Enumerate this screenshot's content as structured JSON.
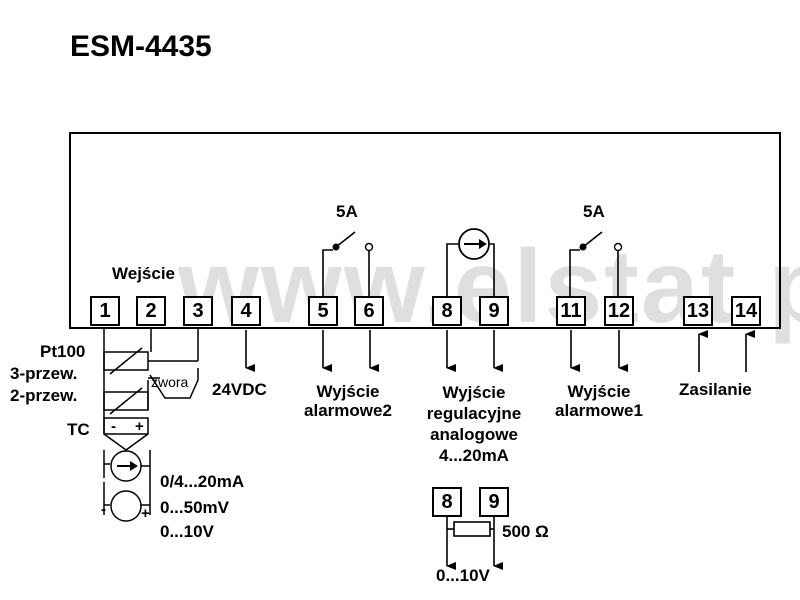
{
  "title": "ESM-4435",
  "watermark": "www.elstat.pl",
  "terminals": [
    "1",
    "2",
    "3",
    "4",
    "5",
    "6",
    "8",
    "9",
    "11",
    "12",
    "13",
    "14"
  ],
  "bottom_terminals": [
    "8",
    "9"
  ],
  "labels": {
    "input": "Wejście",
    "pt100": "Pt100",
    "three_wire": "3-przew.",
    "two_wire": "2-przew.",
    "jumper": "zwora",
    "tc": "TC",
    "tc_minus": "-",
    "tc_plus": "+",
    "src_minus": "-",
    "src_plus": "+",
    "current_range": "0/4...20mA",
    "mv_range": "0...50mV",
    "v_range": "0...10V",
    "supply_out": "24VDC",
    "relay2_rating": "5A",
    "relay1_rating": "5A",
    "alarm2_line1": "Wyjście",
    "alarm2_line2": "alarmowe2",
    "analog_line1": "Wyjście",
    "analog_line2": "regulacyjne",
    "analog_line3": "analogowe",
    "analog_line4": "4...20mA",
    "alarm1_line1": "Wyjście",
    "alarm1_line2": "alarmowe1",
    "power": "Zasilanie",
    "resistor": "500 Ω",
    "voltage_out": "0...10V"
  }
}
